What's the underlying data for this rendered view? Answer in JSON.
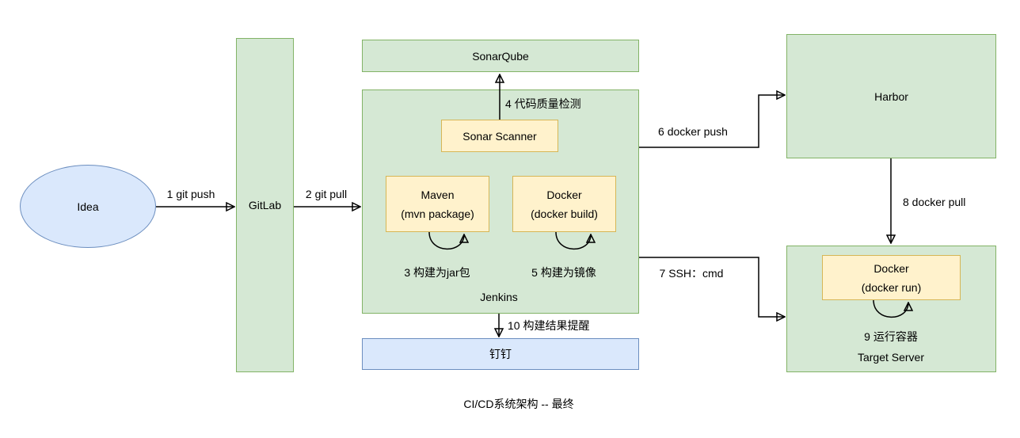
{
  "diagram": {
    "caption": "CI/CD系统架构 -- 最终",
    "nodes": {
      "idea": {
        "label": "Idea"
      },
      "gitlab": {
        "label": "GitLab"
      },
      "sonarqube": {
        "label": "SonarQube"
      },
      "jenkins": {
        "label": "Jenkins"
      },
      "sonar_scanner": {
        "label": "Sonar Scanner"
      },
      "maven": {
        "title": "Maven",
        "subtitle": "(mvn package)"
      },
      "docker_build": {
        "title": "Docker",
        "subtitle": "(docker build)"
      },
      "harbor": {
        "label": "Harbor"
      },
      "dingtalk": {
        "label": "钉钉"
      },
      "target_server": {
        "label": "Target Server"
      },
      "docker_run": {
        "title": "Docker",
        "subtitle": "(docker run)"
      }
    },
    "edges": {
      "e1": {
        "label": "1 git push"
      },
      "e2": {
        "label": "2 git pull"
      },
      "e3": {
        "label": "3 构建为jar包"
      },
      "e4": {
        "label": "4 代码质量检测"
      },
      "e5": {
        "label": "5 构建为镜像"
      },
      "e6": {
        "label": "6 docker push"
      },
      "e7": {
        "label": "7 SSH：cmd"
      },
      "e8": {
        "label": "8 docker pull"
      },
      "e9": {
        "label": "9 运行容器"
      },
      "e10": {
        "label": "10 构建结果提醒"
      }
    },
    "colors": {
      "green_fill": "#d5e8d4",
      "green_border": "#82b366",
      "blue_fill": "#dae8fc",
      "blue_border": "#6c8ebf",
      "yellow_fill": "#fff2cc",
      "yellow_border": "#d6b656",
      "line": "#000000"
    }
  }
}
